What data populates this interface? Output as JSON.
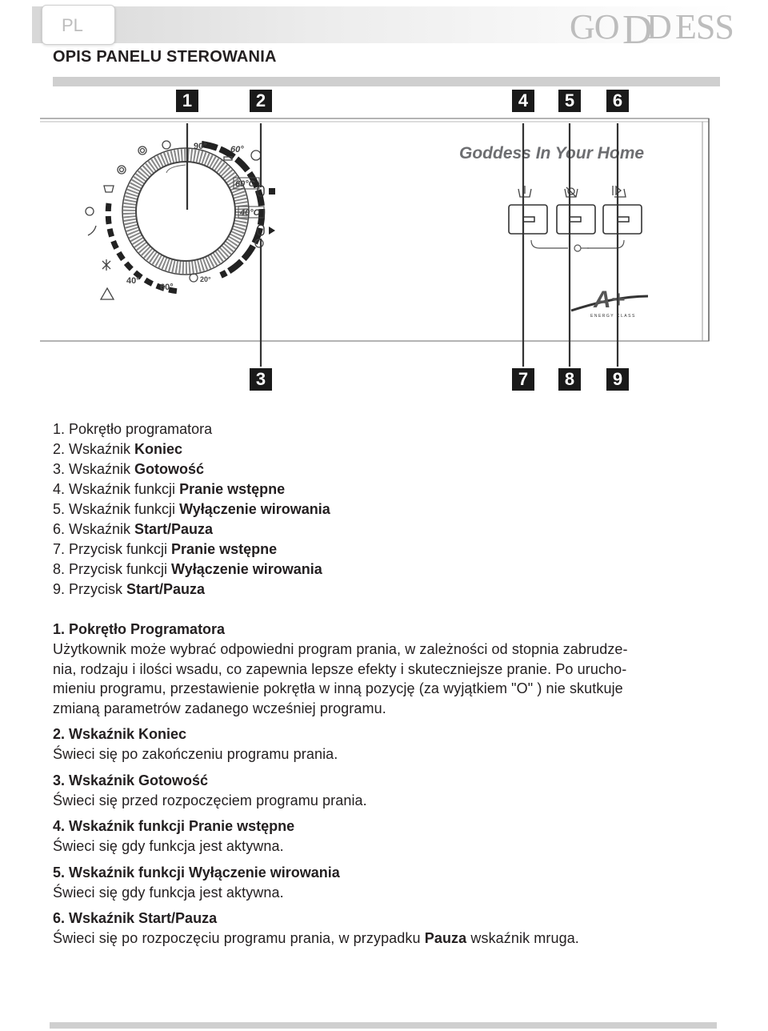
{
  "header": {
    "lang": "PL",
    "brand": "GODDESS"
  },
  "title": "OPIS PANELU STEROWANIA",
  "panel": {
    "slogan": "Goddess In Your Home",
    "temps": {
      "t90": "90°",
      "t60a": "60°",
      "t60box": "60°C",
      "t40box": "40°C",
      "t40": "40°",
      "t60b": "60°",
      "t20": "20°"
    },
    "energy_label": "ENERGY CLASS",
    "energy_class": "A+"
  },
  "callouts": [
    "1",
    "2",
    "3",
    "4",
    "5",
    "6",
    "7",
    "8",
    "9"
  ],
  "legend": [
    {
      "num": "1. ",
      "plain": "Pokrętło programatora",
      "bold": ""
    },
    {
      "num": "2. ",
      "plain": "Wskaźnik ",
      "bold": "Koniec"
    },
    {
      "num": "3. ",
      "plain": "Wskaźnik ",
      "bold": "Gotowość"
    },
    {
      "num": "4. ",
      "plain": "Wskaźnik funkcji ",
      "bold": "Pranie wstępne"
    },
    {
      "num": "5. ",
      "plain": "Wskaźnik funkcji ",
      "bold": "Wyłączenie wirowania"
    },
    {
      "num": "6. ",
      "plain": "Wskaźnik ",
      "bold": "Start/Pauza"
    },
    {
      "num": "7. ",
      "plain": "Przycisk funkcji ",
      "bold": "Pranie wstępne"
    },
    {
      "num": "8. ",
      "plain": "Przycisk funkcji ",
      "bold": "Wyłączenie wirowania"
    },
    {
      "num": "9. ",
      "plain": "Przycisk ",
      "bold": "Start/Pauza"
    }
  ],
  "sections": [
    {
      "heading": "1. Pokrętło Programatora",
      "lines": [
        "Użytkownik może wybrać odpowiedni program prania, w zależności od stopnia zabrudze-",
        "nia, rodzaju i ilości wsadu, co zapewnia lepsze efekty i skuteczniejsze pranie. Po urucho-",
        "mieniu programu, przestawienie pokrętła w inną pozycję (za wyjątkiem \"O\" ) nie skutkuje",
        "zmianą parametrów zadanego wcześniej programu."
      ]
    },
    {
      "heading": "2. Wskaźnik Koniec",
      "lines": [
        "Świeci się po zakończeniu programu prania."
      ]
    },
    {
      "heading": "3. Wskaźnik Gotowość",
      "lines": [
        "Świeci się przed rozpoczęciem programu prania."
      ]
    },
    {
      "heading": "4. Wskaźnik funkcji Pranie wstępne",
      "lines": [
        "Świeci się gdy funkcja jest aktywna."
      ]
    },
    {
      "heading": "5. Wskaźnik funkcji Wyłączenie wirowania",
      "lines": [
        "Świeci się gdy funkcja jest aktywna."
      ]
    }
  ],
  "section6": {
    "heading": "6. Wskaźnik Start/Pauza",
    "text_before": "Świeci się po rozpoczęciu programu prania, w przypadku ",
    "bold": "Pauza",
    "text_after": " wskaźnik mruga."
  }
}
